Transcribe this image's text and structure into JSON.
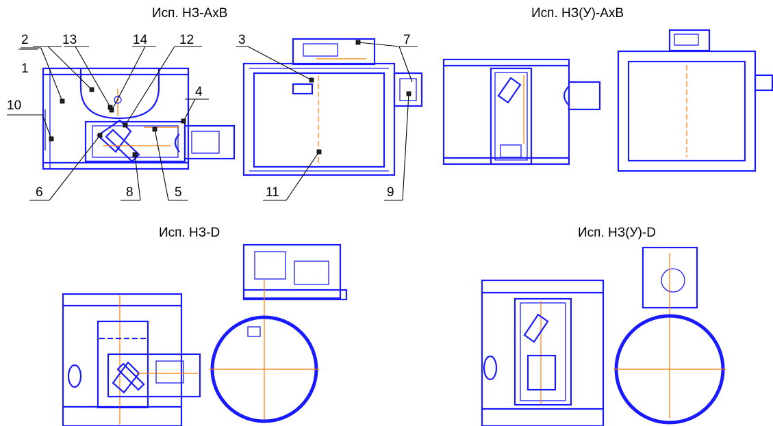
{
  "views": [
    {
      "id": "nz-axb",
      "title": "Исп. НЗ-АхВ"
    },
    {
      "id": "nzu-axb",
      "title": "Исп. НЗ(У)-АхВ"
    },
    {
      "id": "nz-d",
      "title": "Исп. НЗ-D"
    },
    {
      "id": "nzu-d",
      "title": "Исп. НЗ(У)-D"
    }
  ],
  "callouts": [
    "1",
    "2",
    "3",
    "4",
    "5",
    "6",
    "7",
    "8",
    "9",
    "10",
    "11",
    "12",
    "13",
    "14"
  ],
  "colors": {
    "outline": "#1a1aff",
    "centerline": "#ff7a00",
    "leader": "#000000"
  }
}
